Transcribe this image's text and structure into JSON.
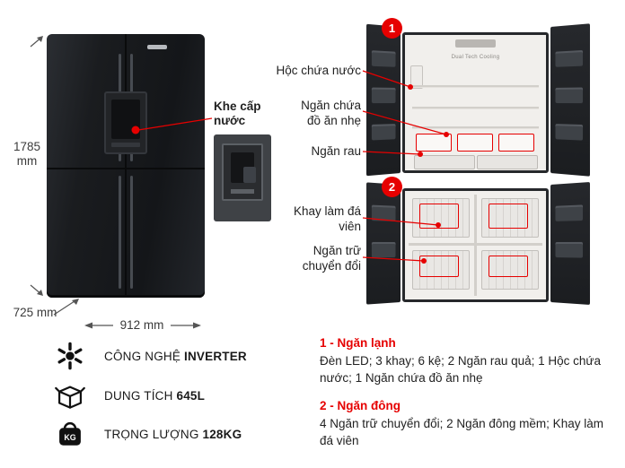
{
  "colors": {
    "accent": "#e60000",
    "fridge_body": "#1a1c1f",
    "interior": "#f1efec"
  },
  "dimensions": {
    "height": "1785 mm",
    "depth": "725 mm",
    "width": "912 mm"
  },
  "dispenser": {
    "label": "Khe cấp nước"
  },
  "interior_caption": "Dual Tech Cooling",
  "markers": {
    "fridge": "1",
    "freezer": "2"
  },
  "callouts": {
    "fridge": [
      "Hộc chứa nước",
      "Ngăn chứa đồ ăn nhẹ",
      "Ngăn rau"
    ],
    "freezer": [
      "Khay làm đá viên",
      "Ngăn trữ chuyển đổi"
    ]
  },
  "features": [
    {
      "icon": "inverter-icon",
      "label": "CÔNG NGHỆ",
      "value": "INVERTER"
    },
    {
      "icon": "capacity-icon",
      "label": "DUNG TÍCH",
      "value": "645L"
    },
    {
      "icon": "weight-icon",
      "label": "TRỌNG LƯỢNG",
      "value": "128KG",
      "icon_text": "KG"
    }
  ],
  "specs": [
    {
      "title": "1 - Ngăn lạnh",
      "desc": "Đèn LED; 3 khay; 6 kệ; 2 Ngăn rau quả; 1 Hộc chứa nước; 1 Ngăn chứa đồ ăn nhẹ"
    },
    {
      "title": "2 - Ngăn đông",
      "desc": "4 Ngăn trữ chuyển đổi; 2 Ngăn đông mềm; Khay làm đá viên"
    }
  ]
}
